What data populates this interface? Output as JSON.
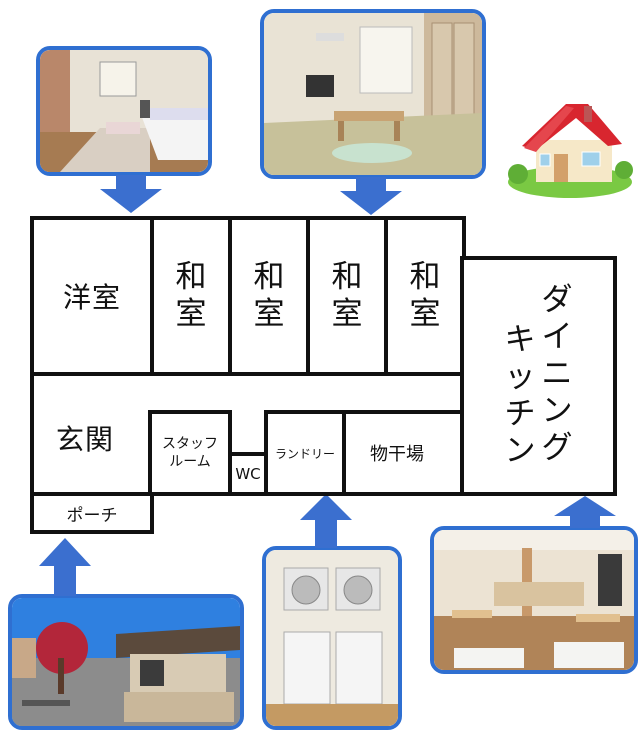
{
  "rooms": {
    "youshitsu": "洋室",
    "washitsu_1": [
      "和",
      "室"
    ],
    "washitsu_2": [
      "和",
      "室"
    ],
    "washitsu_3": [
      "和",
      "室"
    ],
    "washitsu_4": [
      "和",
      "室"
    ],
    "dining_col1": [
      "キ",
      "ッ",
      "チ",
      "ン"
    ],
    "dining_col2": [
      "ダ",
      "イ",
      "ニ",
      "ン",
      "グ"
    ],
    "genkan": "玄関",
    "staff_room": [
      "スタッフ",
      "ルーム"
    ],
    "wc": "WC",
    "laundry": "ランドリー",
    "monohoshiba": "物干場",
    "porch": "ポーチ"
  },
  "colors": {
    "photo_border": "#2f6fd1",
    "arrow_fill": "#3b6fcf",
    "wall": "#111111",
    "roof": "#d8262f",
    "grass": "#7ac943"
  }
}
